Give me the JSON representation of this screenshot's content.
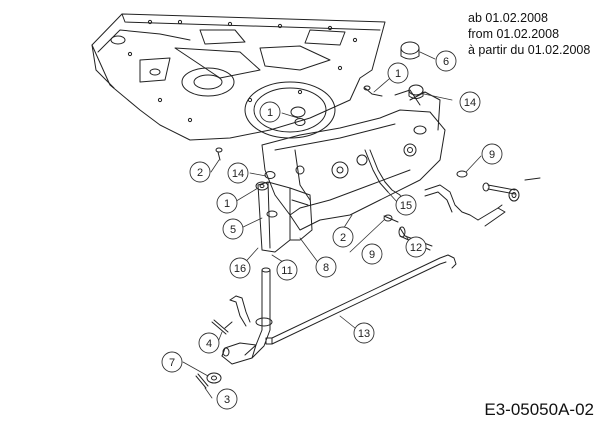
{
  "header": {
    "notes": [
      "ab 01.02.2008",
      "from 01.02.2008",
      "à partir du 01.02.2008"
    ]
  },
  "footer": {
    "doc_id": "E3-05050A-02"
  },
  "callouts": [
    {
      "label": "1"
    },
    {
      "label": "1"
    },
    {
      "label": "1"
    },
    {
      "label": "2"
    },
    {
      "label": "2"
    },
    {
      "label": "3"
    },
    {
      "label": "4"
    },
    {
      "label": "5"
    },
    {
      "label": "6"
    },
    {
      "label": "7"
    },
    {
      "label": "8"
    },
    {
      "label": "9"
    },
    {
      "label": "9"
    },
    {
      "label": "11"
    },
    {
      "label": "12"
    },
    {
      "label": "13"
    },
    {
      "label": "14"
    },
    {
      "label": "14"
    },
    {
      "label": "15"
    },
    {
      "label": "16"
    }
  ]
}
